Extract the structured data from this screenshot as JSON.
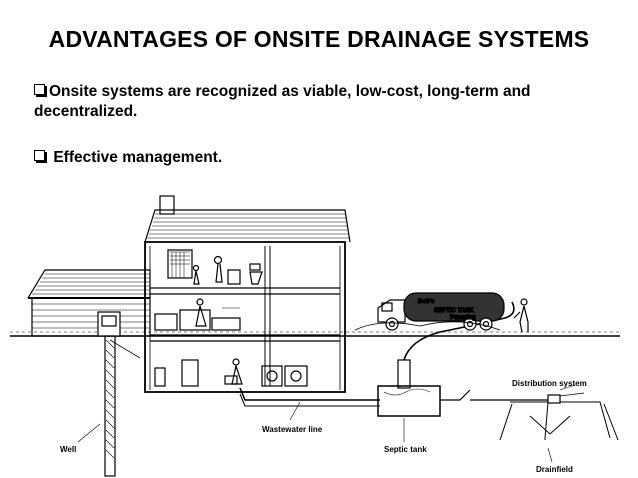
{
  "slide": {
    "title": "ADVANTAGES OF ONSITE DRAINAGE SYSTEMS",
    "bullets": [
      "Onsite systems are recognized as viable, low-cost, long-term and decentralized.",
      "Effective management."
    ]
  },
  "figure": {
    "labels": {
      "well": "Well",
      "wastewater_line": "Wastewater line",
      "septic_tank": "Septic tank",
      "distribution_system": "Distribution system",
      "drainfield": "Drainfield",
      "truck_company": "Bob's",
      "truck_sign": "SEPTIC TANK",
      "truck_sub": "Pumping"
    }
  }
}
